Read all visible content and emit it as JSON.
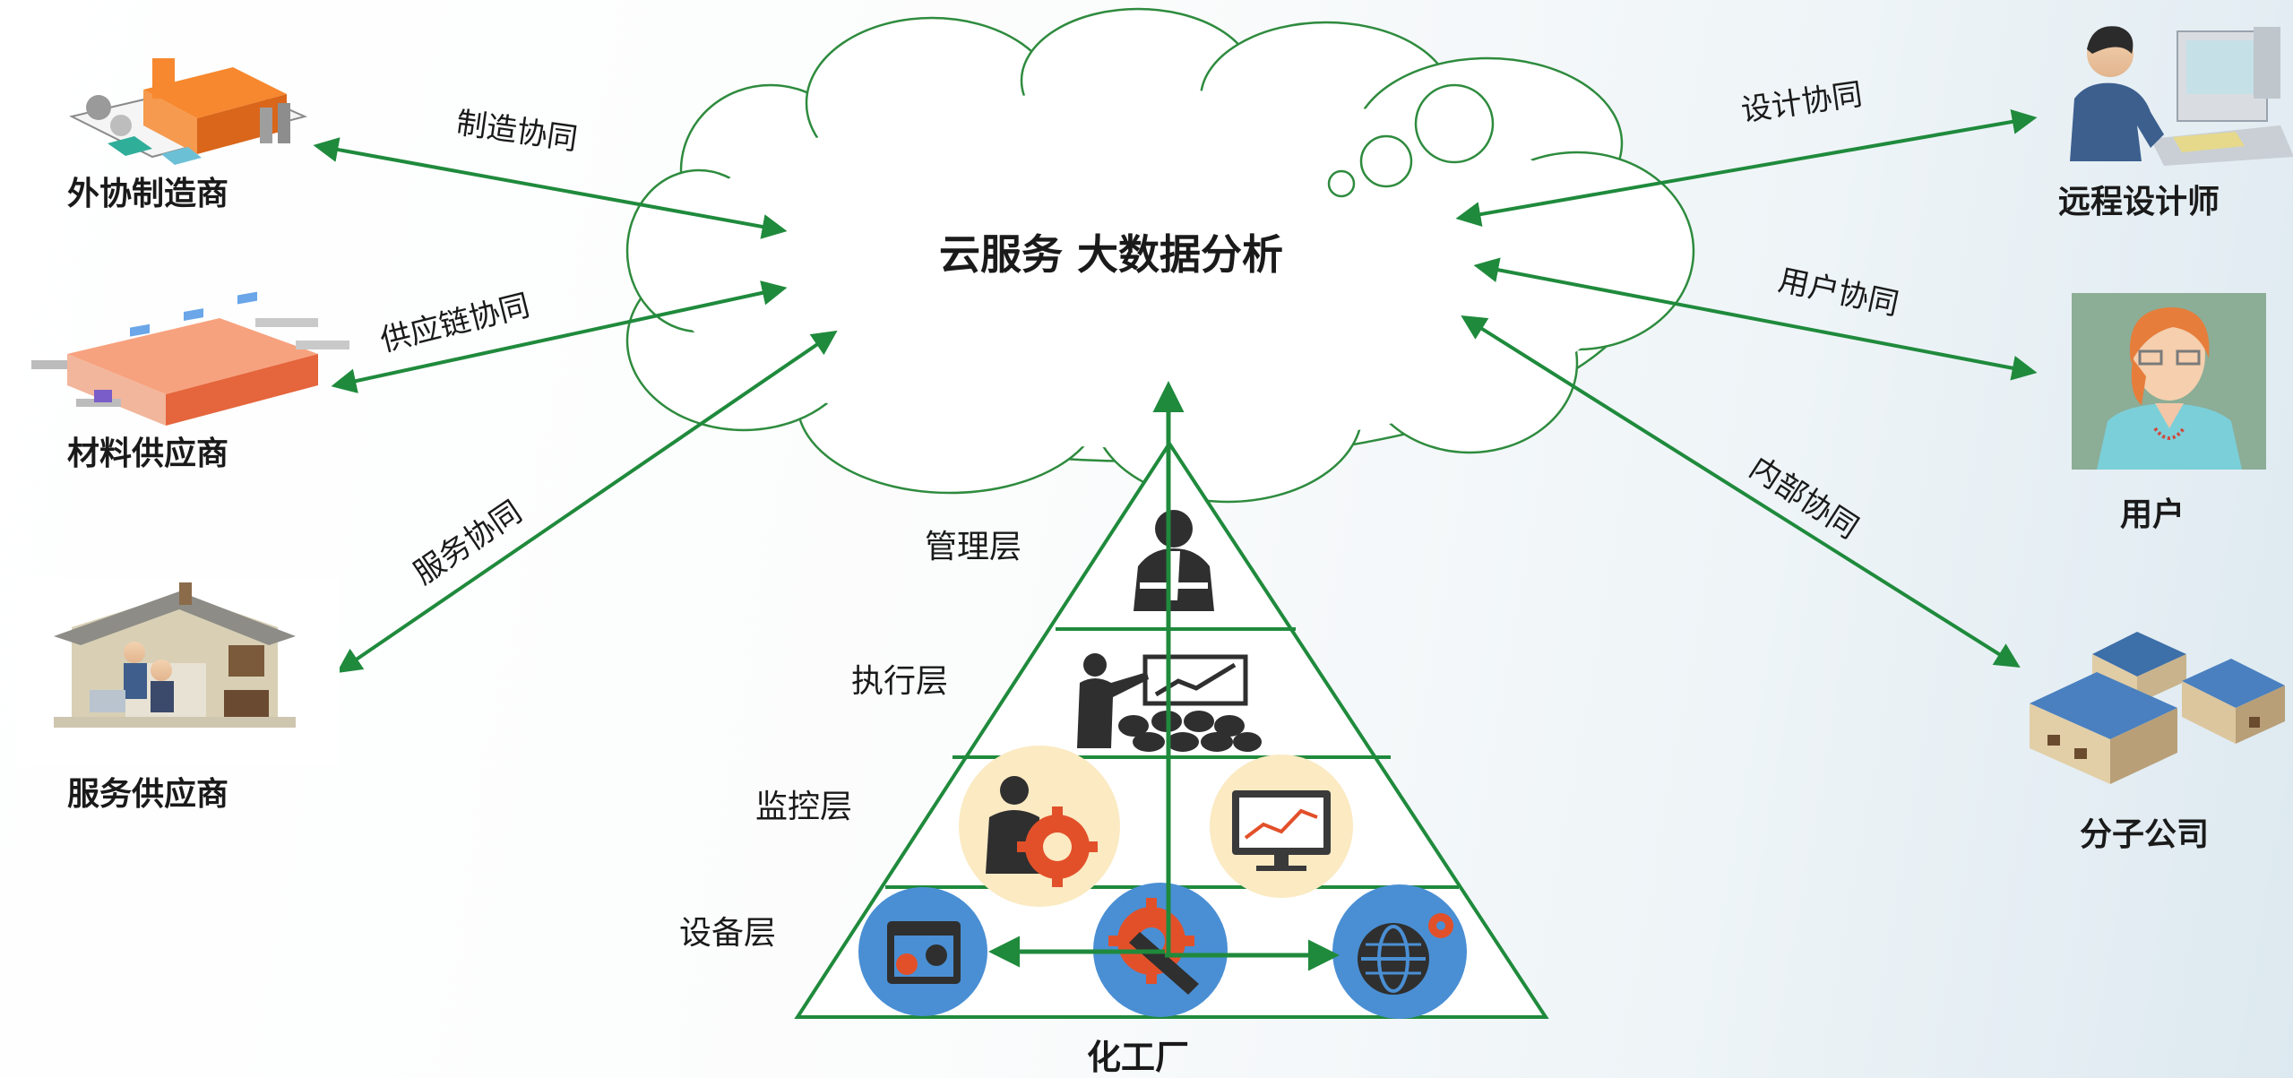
{
  "center": {
    "title": "云服务 大数据分析"
  },
  "left_nodes": [
    {
      "name": "外协制造商",
      "link_label": "制造协同"
    },
    {
      "name": "材料供应商",
      "link_label": "供应链协同"
    },
    {
      "name": "服务供应商",
      "link_label": "服务协同"
    }
  ],
  "right_nodes": [
    {
      "name": "远程设计师",
      "link_label": "设计协同"
    },
    {
      "name": "用户",
      "link_label": "用户协同"
    },
    {
      "name": "分子公司",
      "link_label": "内部协同"
    }
  ],
  "pyramid": {
    "name": "化工厂",
    "layers": [
      "管理层",
      "执行层",
      "监控层",
      "设备层"
    ]
  },
  "colors": {
    "arrow": "#1f8a3c",
    "device_circle": "#4a8fd4",
    "monitor_circle": "#fbeac2",
    "gear": "#e2502a"
  },
  "icons": [
    "factory-icon",
    "warehouse-icon",
    "service-house-icon",
    "designer-icon",
    "user-avatar-icon",
    "branch-buildings-icon",
    "manager-icon",
    "presenter-icon",
    "gear-person-icon",
    "monitor-chart-icon",
    "window-gear-icon",
    "wrench-gear-icon",
    "globe-gear-icon"
  ]
}
